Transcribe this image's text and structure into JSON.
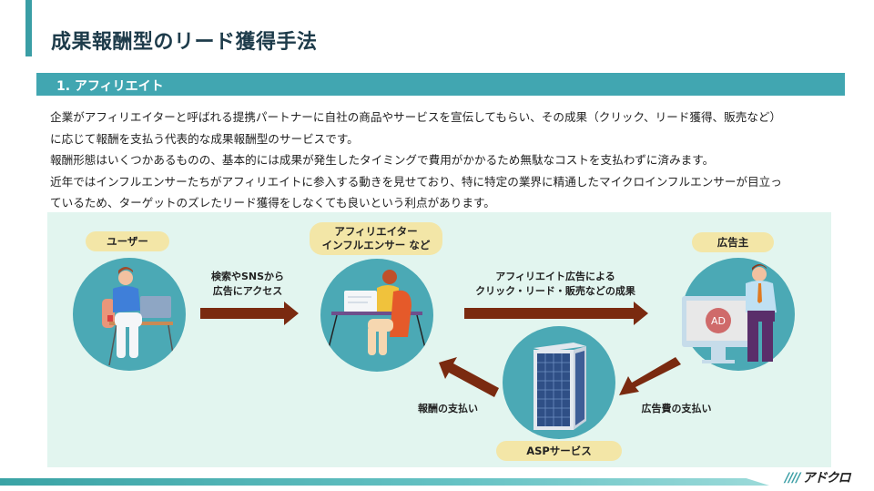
{
  "header": {
    "title": "成果報酬型のリード獲得手法",
    "section_title": "1. アフィリエイト"
  },
  "body": {
    "lines": [
      "企業がアフィリエイターと呼ばれる提携パートナーに自社の商品やサービスを宣伝してもらい、その成果（クリック、リード獲得、販売など）",
      "に応じて報酬を支払う代表的な成果報酬型のサービスです。",
      "報酬形態はいくつかあるものの、基本的には成果が発生したタイミングで費用がかかるため無駄なコストを支払わずに済みます。",
      "近年ではインフルエンサーたちがアフィリエイトに参入する動きを見せており、特に特定の業界に精通したマイクロインフルエンサーが目立っ",
      "ているため、ターゲットのズレたリード獲得をしなくても良いという利点があります。"
    ]
  },
  "diagram": {
    "actors": {
      "user": {
        "label": "ユーザー",
        "icon": "person-at-laptop-icon"
      },
      "affiliate": {
        "label_line1": "アフィリエイター",
        "label_line2": "インフルエンサー など",
        "icon": "person-at-desk-icon"
      },
      "advertiser": {
        "label": "広告主",
        "icon": "businessman-with-ad-monitor-icon"
      },
      "asp": {
        "label": "ASPサービス",
        "icon": "office-building-icon"
      }
    },
    "arrows": {
      "user_to_affiliate": {
        "line1": "検索やSNSから",
        "line2": "広告にアクセス"
      },
      "affiliate_to_advertiser": {
        "line1": "アフィリエイト広告による",
        "line2": "クリック・リード・販売などの成果"
      },
      "advertiser_to_asp": {
        "label": "広告費の支払い"
      },
      "asp_to_affiliate": {
        "label": "報酬の支払い"
      }
    },
    "ad_badge": "AD"
  },
  "footer": {
    "logo_mark": "////",
    "logo_text": "アドクロ"
  },
  "colors": {
    "accent_teal": "#41a6b1",
    "title_navy": "#1d3b4a",
    "panel_bg": "#e2f5ef",
    "pill_yellow": "#f3e6a7",
    "arrow_brown": "#7a2a10",
    "circle_teal": "#4ba9b5"
  }
}
